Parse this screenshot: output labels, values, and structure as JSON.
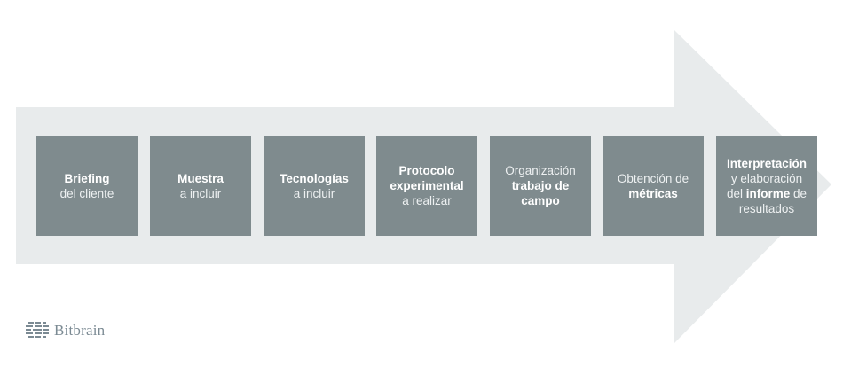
{
  "steps": [
    {
      "id": "briefing",
      "parts": [
        {
          "text": "Briefing",
          "bold": true
        },
        {
          "br": true
        },
        {
          "text": "del cliente",
          "bold": false
        }
      ]
    },
    {
      "id": "muestra",
      "parts": [
        {
          "text": "Muestra",
          "bold": true
        },
        {
          "br": true
        },
        {
          "text": "a incluir",
          "bold": false
        }
      ]
    },
    {
      "id": "tecnologias",
      "parts": [
        {
          "text": "Tecnologías",
          "bold": true
        },
        {
          "br": true
        },
        {
          "text": "a incluir",
          "bold": false
        }
      ]
    },
    {
      "id": "protocolo",
      "parts": [
        {
          "text": "Protocolo",
          "bold": true
        },
        {
          "br": true
        },
        {
          "text": "experimental",
          "bold": true
        },
        {
          "br": true
        },
        {
          "text": "a realizar",
          "bold": false
        }
      ]
    },
    {
      "id": "organizacion",
      "parts": [
        {
          "text": "Organización",
          "bold": false
        },
        {
          "br": true
        },
        {
          "text": "trabajo de",
          "bold": true
        },
        {
          "br": true
        },
        {
          "text": "campo",
          "bold": true
        }
      ]
    },
    {
      "id": "obtencion",
      "parts": [
        {
          "text": "Obtención de",
          "bold": false
        },
        {
          "br": true
        },
        {
          "text": "métricas",
          "bold": true
        }
      ]
    },
    {
      "id": "interpretacion",
      "parts": [
        {
          "text": "Interpretación",
          "bold": true
        },
        {
          "br": true
        },
        {
          "text": "y elaboración",
          "bold": false
        },
        {
          "br": true
        },
        {
          "text": "del ",
          "bold": false
        },
        {
          "text": "informe",
          "bold": true
        },
        {
          "text": " de",
          "bold": false
        },
        {
          "br": true
        },
        {
          "text": "resultados",
          "bold": false
        }
      ]
    }
  ],
  "logo": {
    "name": "Bitbrain",
    "icon": "bitbrain-logo-icon"
  },
  "colors": {
    "box": "#7f8b8e",
    "arrow": "#e8ebec",
    "logo": "#7b8a93"
  }
}
